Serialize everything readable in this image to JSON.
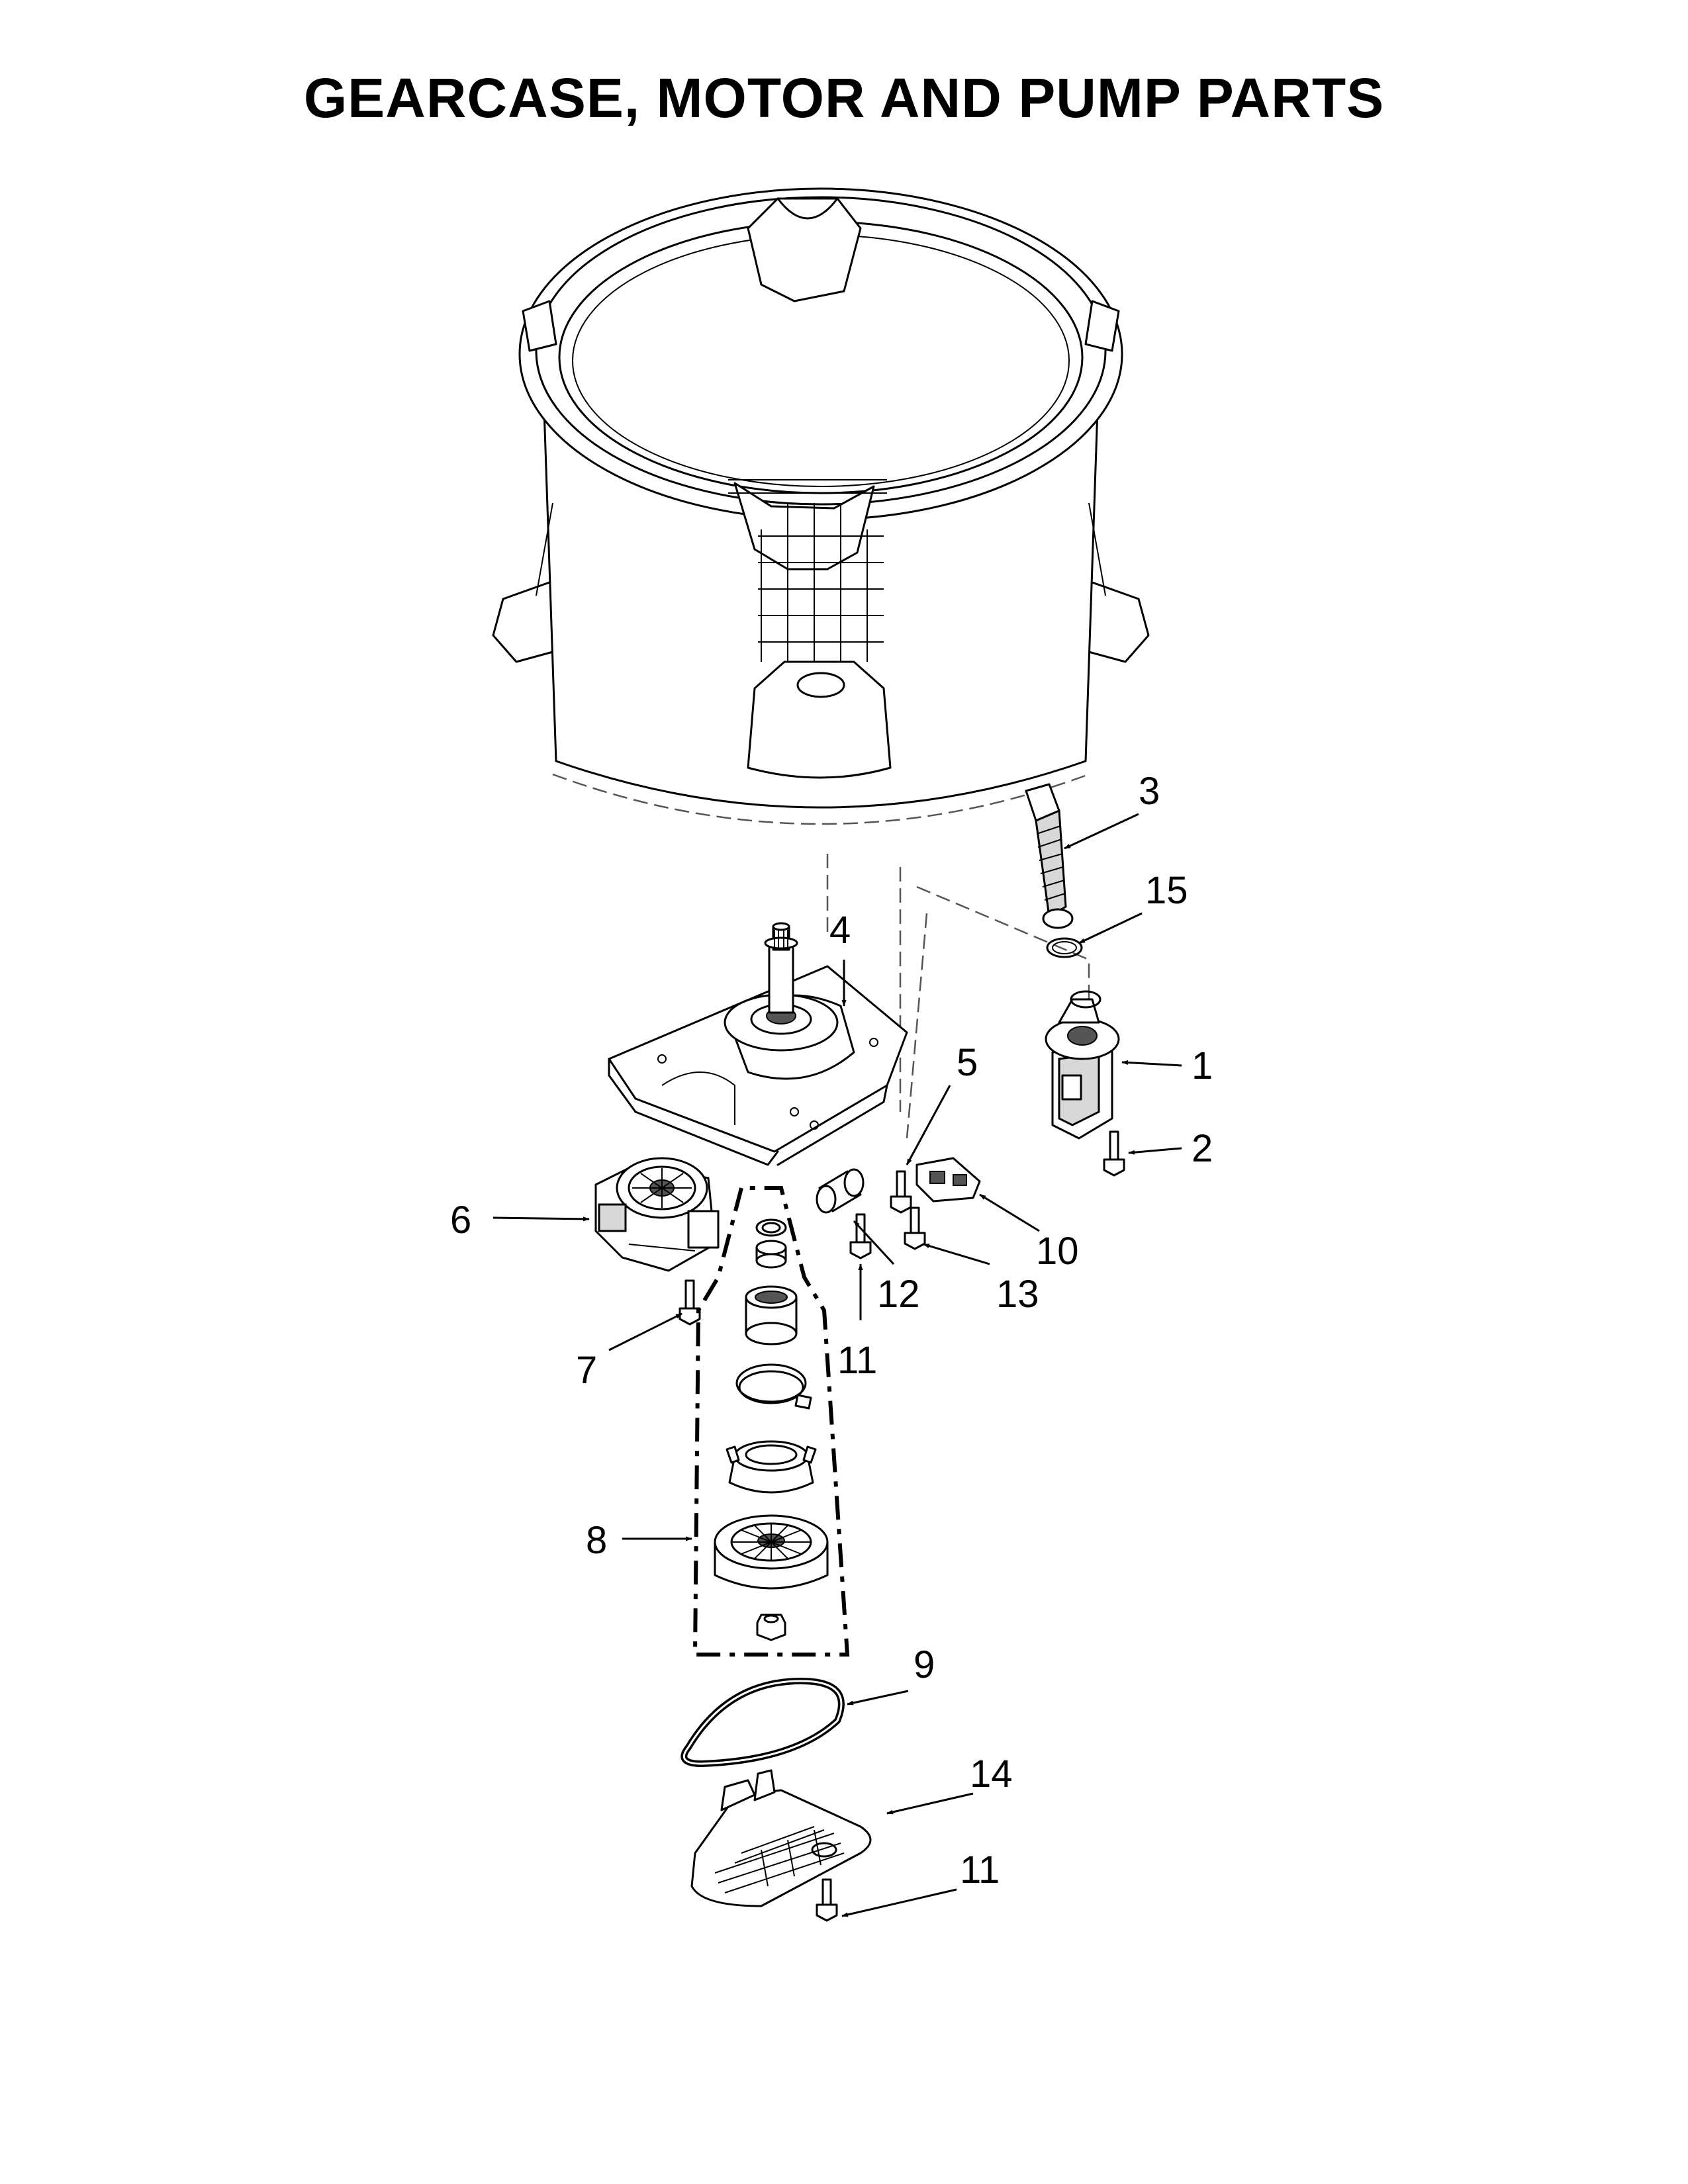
{
  "title": "GEARCASE, MOTOR AND PUMP PARTS",
  "callouts": [
    {
      "id": "1",
      "text": "1"
    },
    {
      "id": "2",
      "text": "2"
    },
    {
      "id": "3",
      "text": "3"
    },
    {
      "id": "4",
      "text": "4"
    },
    {
      "id": "5",
      "text": "5"
    },
    {
      "id": "6",
      "text": "6"
    },
    {
      "id": "7",
      "text": "7"
    },
    {
      "id": "8",
      "text": "8"
    },
    {
      "id": "9",
      "text": "9"
    },
    {
      "id": "10",
      "text": "10"
    },
    {
      "id": "11a",
      "text": "11"
    },
    {
      "id": "12",
      "text": "12"
    },
    {
      "id": "13",
      "text": "13"
    },
    {
      "id": "11b",
      "text": "11"
    },
    {
      "id": "14",
      "text": "14"
    },
    {
      "id": "11c",
      "text": "11"
    },
    {
      "id": "15",
      "text": "15"
    }
  ]
}
